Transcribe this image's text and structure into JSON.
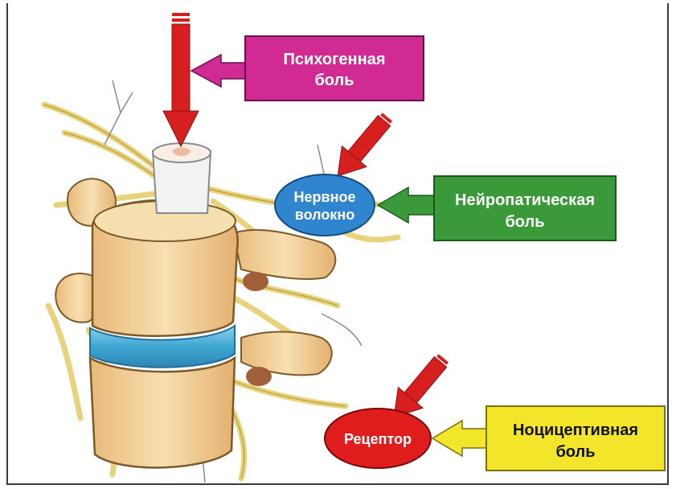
{
  "labels": {
    "psychogenic": {
      "line1": "Психогенная",
      "line2": "боль"
    },
    "neuropathic": {
      "line1": "Нейропатическая",
      "line2": "боль"
    },
    "nociceptive": {
      "line1": "Ноцицептивная",
      "line2": "боль"
    },
    "nerve_fiber": {
      "line1": "Нервное",
      "line2": "волокно"
    },
    "receptor": {
      "line1": "Рецептор"
    }
  },
  "colors": {
    "psychogenic_box": "#d12a93",
    "neuropathic_box": "#3a9a3a",
    "nociceptive_box": "#f2e52a",
    "nerve_fiber_ellipse": "#2f86cf",
    "receptor_ellipse": "#e01d1d",
    "arrow": "#d81f1f",
    "bone": "#f5d9a3",
    "disc": "#56b6d8",
    "nerve": "#eedb8a"
  }
}
